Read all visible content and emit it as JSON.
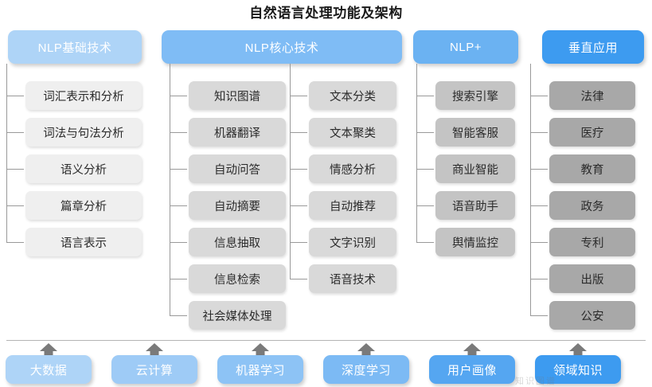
{
  "title": "自然语言处理功能及架构",
  "colors": {
    "header_basic": "#AED4F7",
    "header_core": "#7FBCF5",
    "header_plus": "#6BB2F2",
    "header_vertical": "#3D9BF0",
    "box_basic": "#EFEFEF",
    "box_core": "#D9D9D9",
    "box_plus": "#C4C4C4",
    "box_vertical": "#A8A8A8",
    "connector": "#999999",
    "arrow": "#7A7A7A",
    "divider": "#B4B4B4",
    "title_text": "#1A1A1A"
  },
  "columns": [
    {
      "id": "nlp-basic",
      "header": "NLP基础技术",
      "groups": [
        {
          "items": [
            "词汇表示和分析",
            "词法与句法分析",
            "语义分析",
            "篇章分析",
            "语言表示"
          ]
        }
      ]
    },
    {
      "id": "nlp-core",
      "header": "NLP核心技术",
      "groups": [
        {
          "items": [
            "知识图谱",
            "机器翻译",
            "自动问答",
            "自动摘要",
            "信息抽取",
            "信息检索",
            "社会媒体处理"
          ]
        },
        {
          "items": [
            "文本分类",
            "文本聚类",
            "情感分析",
            "自动推荐",
            "文字识别",
            "语音技术"
          ]
        }
      ]
    },
    {
      "id": "nlp-plus",
      "header": "NLP+",
      "groups": [
        {
          "items": [
            "搜索引擎",
            "智能客服",
            "商业智能",
            "语音助手",
            "舆情监控"
          ]
        }
      ]
    },
    {
      "id": "vertical-app",
      "header": "垂直应用",
      "groups": [
        {
          "items": [
            "法律",
            "医疗",
            "教育",
            "政务",
            "专利",
            "出版",
            "公安"
          ]
        }
      ]
    }
  ],
  "foundations": [
    "大数据",
    "云计算",
    "机器学习",
    "深度学习",
    "用户画像",
    "领域知识"
  ],
  "foundation_colors": [
    "#AED4F7",
    "#9ECBF6",
    "#8DC3F5",
    "#7CBAF4",
    "#55A6F1",
    "#3D9BF0"
  ],
  "watermark": "知识图谱"
}
